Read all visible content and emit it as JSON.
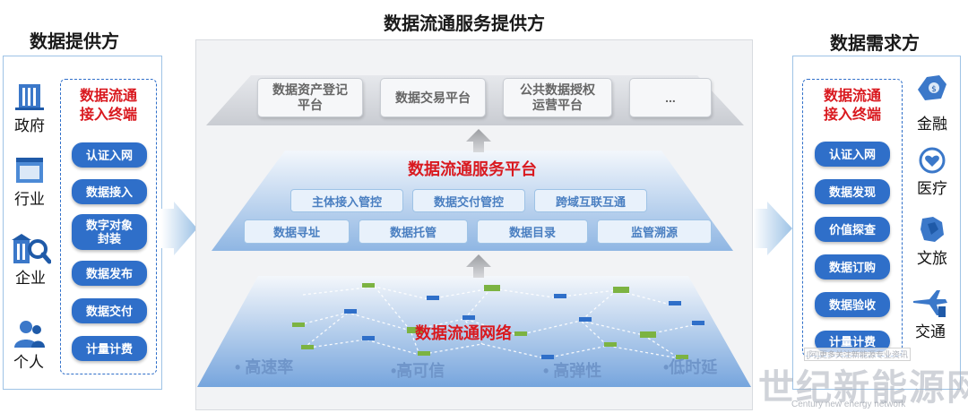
{
  "titles": {
    "provider": "数据提供方",
    "service_provider": "数据流通服务提供方",
    "demander": "数据需求方"
  },
  "provider_categories": [
    {
      "label": "政府",
      "icon": "government-building-icon"
    },
    {
      "label": "行业",
      "icon": "industry-building-icon"
    },
    {
      "label": "企业",
      "icon": "enterprise-magnifier-icon"
    },
    {
      "label": "个人",
      "icon": "person-icon"
    }
  ],
  "demander_categories": [
    {
      "label": "金融",
      "icon": "finance-icon"
    },
    {
      "label": "医疗",
      "icon": "medical-heart-icon"
    },
    {
      "label": "文旅",
      "icon": "culture-tourism-icon"
    },
    {
      "label": "交通",
      "icon": "transport-plane-icon"
    }
  ],
  "left_terminal": {
    "title": "数据流通\n接入终端",
    "items": [
      "认证入网",
      "数据接入",
      "数字对象\n封装",
      "数据发布",
      "数据交付",
      "计量计费"
    ]
  },
  "right_terminal": {
    "title": "数据流通\n接入终端",
    "items": [
      "认证入网",
      "数据发现",
      "价值探查",
      "数据订购",
      "数据验收",
      "计量计费"
    ]
  },
  "top_layer": {
    "boxes": [
      "数据资产登记\n平台",
      "数据交易平台",
      "公共数据授权\n运营平台",
      "..."
    ]
  },
  "middle_layer": {
    "title": "数据流通服务平台",
    "row1": [
      "主体接入管控",
      "数据交付管控",
      "跨域互联互通"
    ],
    "row2": [
      "数据寻址",
      "数据托管",
      "数据目录",
      "监管溯源"
    ]
  },
  "bottom_layer": {
    "title": "数据流通网络",
    "features": [
      "• 高速率",
      "•高可信",
      "• 高弹性",
      "•低时延"
    ]
  },
  "watermark": {
    "text": "世纪新能源网",
    "subtext": "Century new energy network",
    "note": "[阿]更多关注新能源专业资讯"
  },
  "colors": {
    "accent_red": "#d9191f",
    "pill_blue": "#2f6fc9",
    "layer_blue": "#b9d3f0",
    "feature_blue": "#6f95c9"
  }
}
